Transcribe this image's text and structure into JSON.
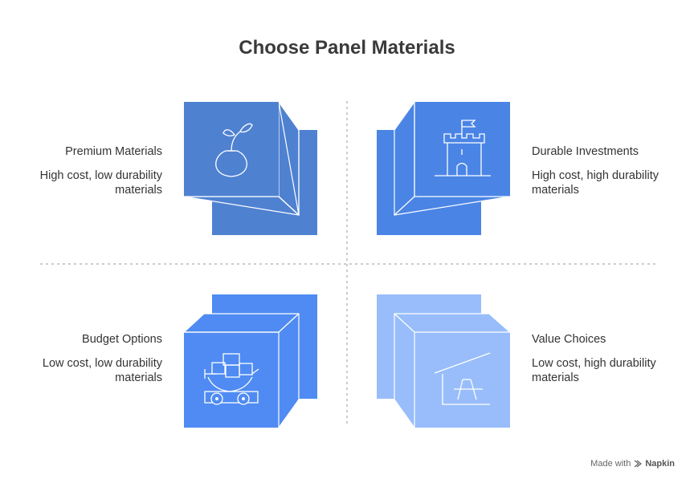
{
  "title": "Choose Panel Materials",
  "colors": {
    "quadrant_top_left": "#4F81D1",
    "quadrant_top_right": "#4A85E6",
    "quadrant_bottom_left": "#4F8BF2",
    "quadrant_bottom_right": "#98BDFA",
    "divider": "#BBBBBB"
  },
  "quadrants": [
    {
      "id": "top-left",
      "heading": "Premium Materials",
      "description": "High cost, low durability materials",
      "icon": "vase-plant-icon"
    },
    {
      "id": "top-right",
      "heading": "Durable Investments",
      "description": "High cost, high durability materials",
      "icon": "castle-tower-icon"
    },
    {
      "id": "bottom-left",
      "heading": "Budget Options",
      "description": "Low cost, low durability materials",
      "icon": "cart-with-boxes-icon"
    },
    {
      "id": "bottom-right",
      "heading": "Value Choices",
      "description": "Low cost, high durability materials",
      "icon": "picnic-shelter-icon"
    }
  ],
  "footer": {
    "prefix": "Made with",
    "brand": "Napkin"
  }
}
